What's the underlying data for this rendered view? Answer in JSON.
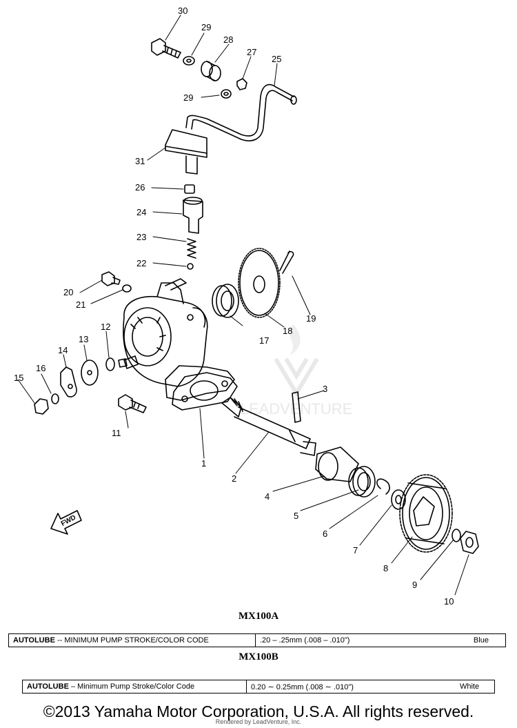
{
  "callouts": [
    "1",
    "2",
    "3",
    "4",
    "5",
    "6",
    "7",
    "8",
    "9",
    "10",
    "11",
    "12",
    "13",
    "14",
    "15",
    "16",
    "17",
    "18",
    "19",
    "20",
    "21",
    "22",
    "23",
    "24",
    "25",
    "26",
    "27",
    "28",
    "29",
    "30",
    "31"
  ],
  "watermark_text": "LEADVENTURE",
  "fwd_label": "FWD",
  "model_a": {
    "title": "MX100A",
    "label": "AUTOLUBE",
    "description": "-- MINIMUM PUMP STROKE/COLOR CODE",
    "spec": ".20 – .25mm (.008 – .010\")",
    "color": "Blue"
  },
  "model_b": {
    "title": "MX100B",
    "label": "AUTOLUBE",
    "description": "– Minimum Pump Stroke/Color Code",
    "spec": "0.20 ∼ 0.25mm (.008 ∼ .010\")",
    "color": "White"
  },
  "copyright": "©2013 Yamaha Motor Corporation, U.S.A. All rights reserved.",
  "rendered_by": "Rendered by LeadVenture, Inc."
}
